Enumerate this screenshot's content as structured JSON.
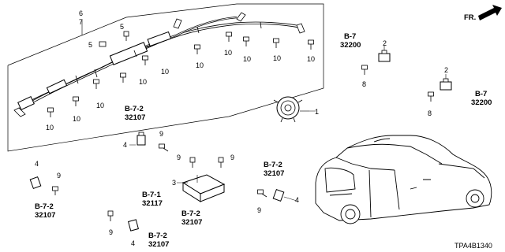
{
  "diagram_code": "TPA4B1340",
  "direction_label": "FR.",
  "callouts": {
    "c6": "6",
    "c7": "7",
    "c5a": "5",
    "c5b": "5",
    "c10a": "10",
    "c10b": "10",
    "c10c": "10",
    "c10d": "10",
    "c10e": "10",
    "c10f": "10",
    "c10g": "10",
    "c10h": "10",
    "c10i": "10",
    "c10j": "10",
    "c1": "1",
    "c2a": "2",
    "c2b": "2",
    "c8a": "8",
    "c8b": "8",
    "c4a": "4",
    "c4b": "4",
    "c4c": "4",
    "c4d": "4",
    "c9a": "9",
    "c9b": "9",
    "c9c": "9",
    "c9d": "9",
    "c9e": "9",
    "c9f": "9",
    "c3": "3"
  },
  "refs": [
    {
      "ref": "B-7",
      "code": "32200"
    },
    {
      "ref": "B-7",
      "code": "32200"
    },
    {
      "ref": "B-7-2",
      "code": "32107"
    },
    {
      "ref": "B-7-2",
      "code": "32107"
    },
    {
      "ref": "B-7-2",
      "code": "32107"
    },
    {
      "ref": "B-7-1",
      "code": "32117"
    },
    {
      "ref": "B-7-2",
      "code": "32107"
    },
    {
      "ref": "B-7-2",
      "code": "32107"
    }
  ]
}
